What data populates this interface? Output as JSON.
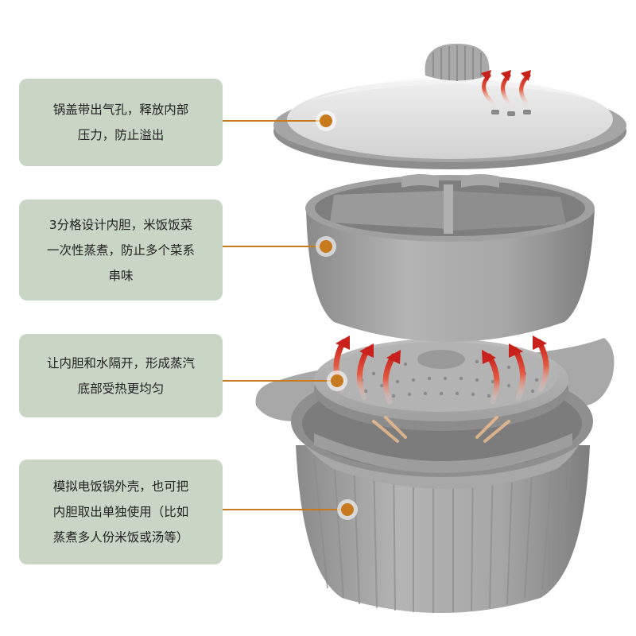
{
  "callouts": [
    {
      "text": "锅盖带出气孔，释放内部\n压力，防止溢出"
    },
    {
      "text": "3分格设计内胆，米饭饭菜\n一次性蒸煮，防止多个菜系\n串味"
    },
    {
      "text": "让内胆和水隔开，形成蒸汽\n底部受热更均匀"
    },
    {
      "text": "模拟电饭锅外壳，也可把\n内胆取出单独使用（比如\n蒸煮多人份米饭或汤等）"
    }
  ],
  "colors": {
    "callout_bg": "#c9d6c6",
    "leader_line": "#c87a1e",
    "product_gray": "#9a9a9a",
    "steam_red": "#d8342a"
  },
  "icons": [
    "lid-vent-steam-icon",
    "steam-arrow-icon"
  ]
}
